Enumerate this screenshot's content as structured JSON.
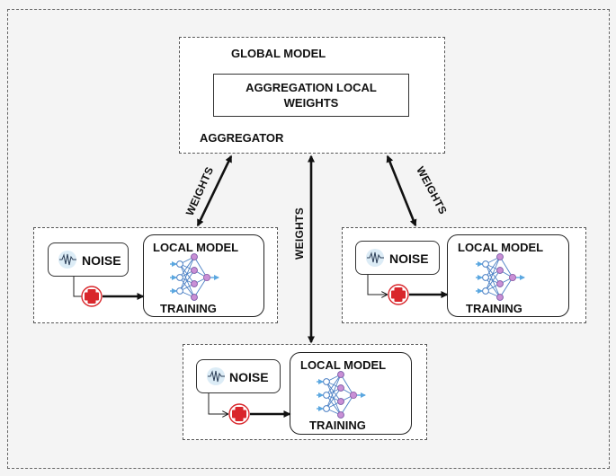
{
  "aggregator": {
    "global_model": "GLOBAL MODEL",
    "aggregation": "AGGREGATION LOCAL WEIGHTS",
    "label": "AGGREGATOR"
  },
  "links": {
    "left": "WEIGHTS",
    "center": "WEIGHTS",
    "right": "WEIGHTS"
  },
  "clients": {
    "left": {
      "noise": "NOISE",
      "model": "LOCAL MODEL",
      "training": "TRAINING"
    },
    "right": {
      "noise": "NOISE",
      "model": "LOCAL MODEL",
      "training": "TRAINING"
    },
    "bottom": {
      "noise": "NOISE",
      "model": "LOCAL MODEL",
      "training": "TRAINING"
    }
  },
  "colors": {
    "plus": "#d9262b",
    "node": "#c98fd6",
    "edge": "#4a7fc4",
    "arrow_in": "#5ba7e0"
  },
  "icons": {
    "noise": "noise-waveform-icon",
    "add": "plus-circle-icon",
    "network": "neural-network-icon"
  }
}
